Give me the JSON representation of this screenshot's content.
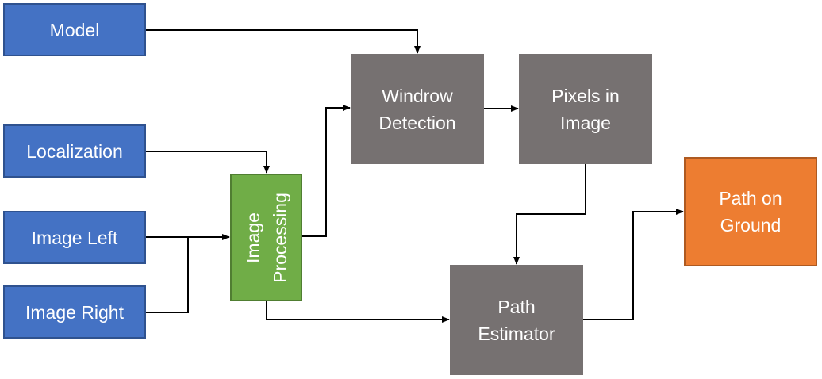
{
  "diagram": {
    "type": "flowchart",
    "colors": {
      "input": "#4472c4",
      "process": "#767171",
      "preprocess": "#70ad47",
      "output": "#ed7d31",
      "edge": "#000000"
    },
    "nodes": [
      {
        "id": "model",
        "label": "Model",
        "kind": "input"
      },
      {
        "id": "localization",
        "label": "Localization",
        "kind": "input"
      },
      {
        "id": "image-left",
        "label": "Image Left",
        "kind": "input"
      },
      {
        "id": "image-right",
        "label": "Image Right",
        "kind": "input"
      },
      {
        "id": "image-processing",
        "label": "Image\nProcessing",
        "kind": "preprocess"
      },
      {
        "id": "windrow-detection",
        "label": "Windrow\nDetection",
        "kind": "process"
      },
      {
        "id": "pixels-in-image",
        "label": "Pixels in\nImage",
        "kind": "process"
      },
      {
        "id": "path-estimator",
        "label": "Path\nEstimator",
        "kind": "process"
      },
      {
        "id": "path-on-ground",
        "label": "Path on\nGround",
        "kind": "output"
      }
    ],
    "edges": [
      {
        "from": "model",
        "to": "windrow-detection"
      },
      {
        "from": "localization",
        "to": "image-processing"
      },
      {
        "from": "image-left",
        "to": "image-processing"
      },
      {
        "from": "image-right",
        "to": "image-processing"
      },
      {
        "from": "image-processing",
        "to": "windrow-detection"
      },
      {
        "from": "image-processing",
        "to": "path-estimator"
      },
      {
        "from": "windrow-detection",
        "to": "pixels-in-image"
      },
      {
        "from": "pixels-in-image",
        "to": "path-estimator"
      },
      {
        "from": "path-estimator",
        "to": "path-on-ground"
      }
    ]
  }
}
